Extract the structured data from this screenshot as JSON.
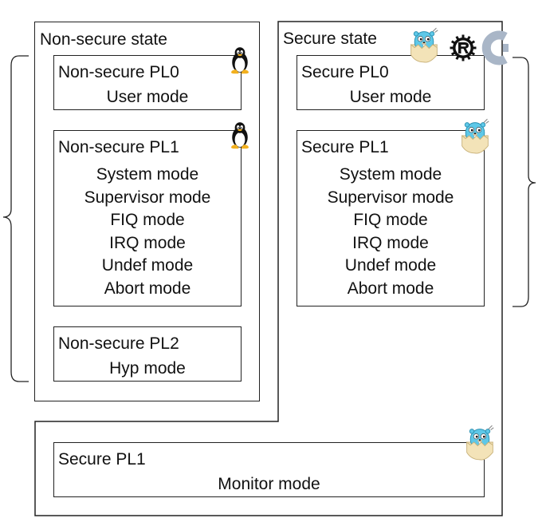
{
  "nonsecure": {
    "state_label": "Non-secure state",
    "pl0": {
      "title": "Non-secure PL0",
      "modes": [
        "User mode"
      ]
    },
    "pl1": {
      "title": "Non-secure PL1",
      "modes": [
        "System mode",
        "Supervisor mode",
        "FIQ mode",
        "IRQ mode",
        "Undef mode",
        "Abort mode"
      ]
    },
    "pl2": {
      "title": "Non-secure PL2",
      "modes": [
        "Hyp mode"
      ]
    }
  },
  "secure": {
    "state_label": "Secure state",
    "pl0": {
      "title": "Secure PL0",
      "modes": [
        "User mode"
      ]
    },
    "pl1": {
      "title": "Secure PL1",
      "modes": [
        "System mode",
        "Supervisor mode",
        "FIQ mode",
        "IRQ mode",
        "Undef mode",
        "Abort mode"
      ]
    },
    "monitor": {
      "title": "Secure PL1",
      "modes": [
        "Monitor mode"
      ]
    }
  },
  "icons": [
    "tux-penguin-icon",
    "go-gopher-icon",
    "rust-logo-icon",
    "c-language-logo-icon"
  ],
  "colors": {
    "line": "#222222",
    "gopher_blue": "#5ec8e8",
    "eggshell": "#f3e3b8",
    "c_logo": "#a9b6c7"
  }
}
